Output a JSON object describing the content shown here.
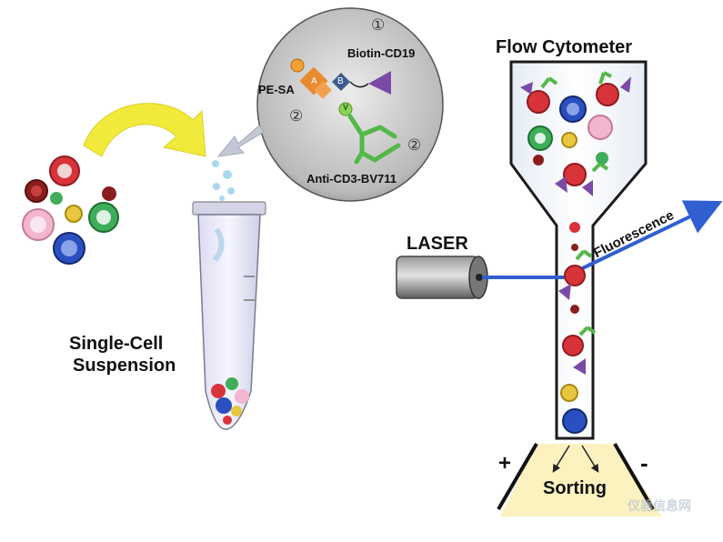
{
  "labels": {
    "flow_cytometer": "Flow Cytometer",
    "laser": "LASER",
    "fluorescence": "Fluorescence",
    "sorting": "Sorting",
    "plus": "+",
    "minus": "-",
    "single_cell_line1": "Single-Cell",
    "single_cell_line2": "Suspension",
    "biotin_cd19": "Biotin-CD19",
    "pe_sa": "PE-SA",
    "anti_cd3": "Anti-CD3-BV711",
    "step1": "①",
    "step2a": "②",
    "step2b": "②",
    "badge_a": "A",
    "badge_b": "B",
    "badge_v": "V"
  },
  "watermark": "仪器信息网",
  "colors": {
    "red_cell": "#d9333a",
    "blue_cell": "#2a4fc0",
    "green_cell": "#3fae5a",
    "pink_cell": "#f2b6cf",
    "yellow_cell": "#e8c640",
    "dark_red_cell": "#8c1d1d",
    "purple_marker": "#7b4aa6",
    "green_antibody": "#52b848",
    "orange_pe": "#e88a2e",
    "arrow_yellow": "#f2ea3a",
    "laser_blue": "#2f5fd0",
    "sorting_fill": "#fbf2c0"
  }
}
